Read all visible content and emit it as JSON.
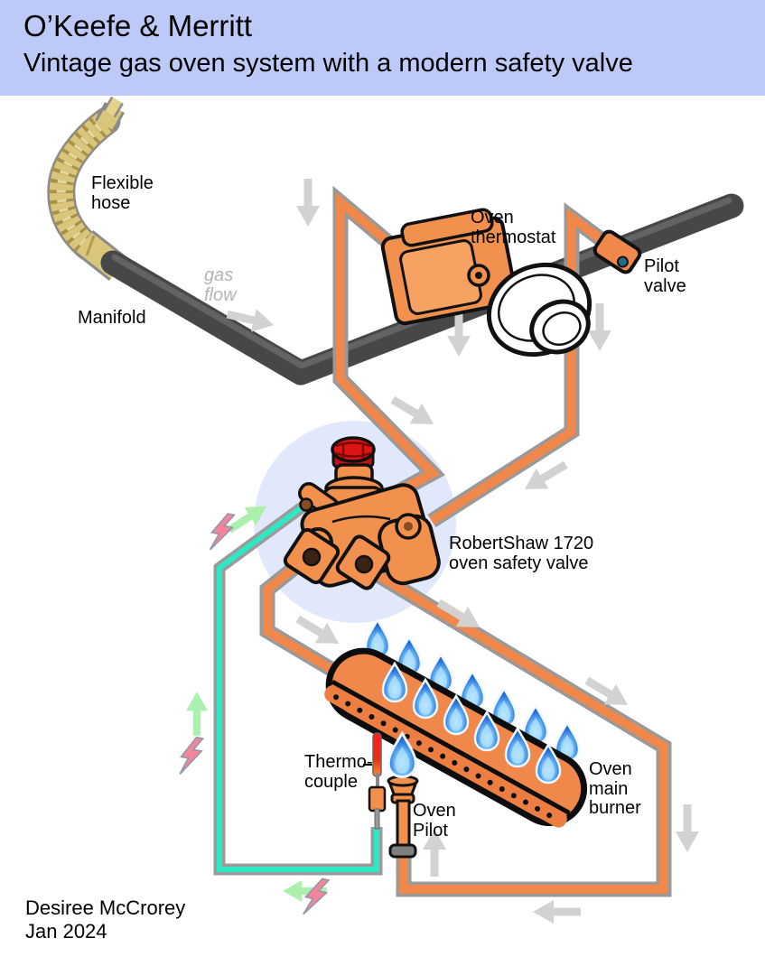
{
  "title": {
    "line1": "O’Keefe & Merritt",
    "line2": "Vintage gas oven system with a modern safety valve"
  },
  "labels": {
    "flexible_hose": "Flexible\nhose",
    "manifold": "Manifold",
    "gas_flow": "gas\nflow",
    "oven_thermostat": "Oven\nthermostat",
    "pilot_valve": "Pilot\nvalve",
    "safety_valve": "RobertShaw 1720\noven safety valve",
    "oven_main_burner": "Oven\nmain\nburner",
    "thermocouple": "Thermo-\ncouple",
    "oven_pilot": "Oven\nPilot"
  },
  "credit": {
    "author": "Desiree McCrorey",
    "date": "Jan 2024"
  },
  "colors": {
    "title_band": "#bdcaf8",
    "pipe_orange": "#f0884c",
    "pipe_casing_gray": "#999999",
    "manifold_dark": "#474747",
    "component_orange": "#f2914e",
    "valve_cap_red": "#de1512",
    "thermocouple_wire_teal": "#2ce8c4",
    "flow_arrow_gray": "#d2d2d2",
    "signal_arrow_green": "#abf0ad",
    "spark_pink": "#f8849c",
    "halo_lavender": "#e2e8fb",
    "flame_blue": "#2f7de0",
    "hose_gold": "#d9c67a",
    "gas_flow_text_gray": "#b4b4b4"
  }
}
